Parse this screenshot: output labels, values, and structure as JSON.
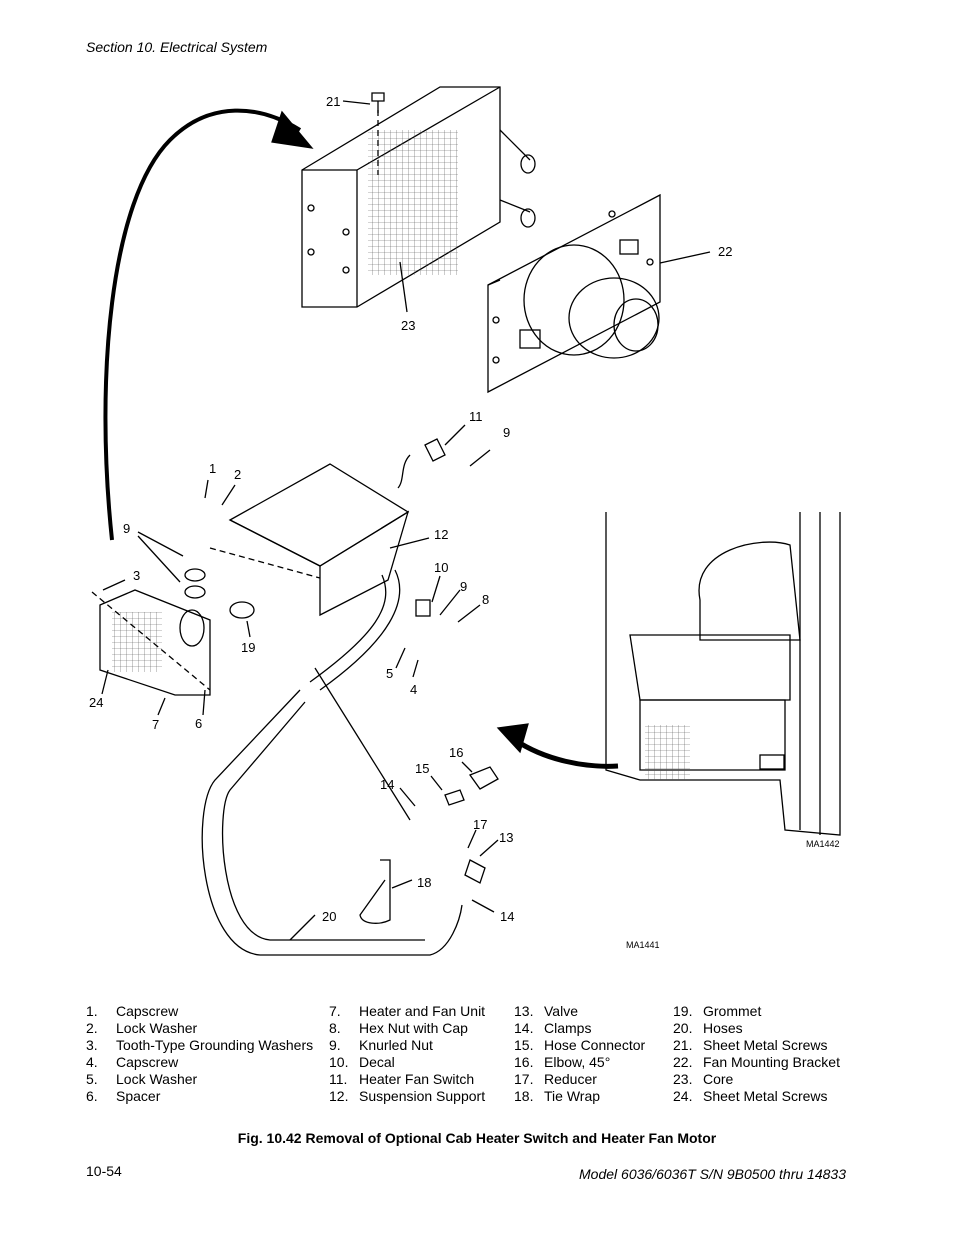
{
  "header": {
    "section": "Section 10.   Electrical System"
  },
  "figure": {
    "callouts": [
      "21",
      "22",
      "23",
      "11",
      "9",
      "1",
      "2",
      "12",
      "9",
      "3",
      "10",
      "9",
      "8",
      "19",
      "5",
      "4",
      "24",
      "7",
      "6",
      "16",
      "15",
      "14",
      "17",
      "13",
      "18",
      "20",
      "14"
    ],
    "drawing_ids": [
      "MA1442",
      "MA1441"
    ]
  },
  "legend": {
    "col1": [
      {
        "num": "1.",
        "label": "Capscrew"
      },
      {
        "num": "2.",
        "label": "Lock Washer"
      },
      {
        "num": "3.",
        "label": "Tooth-Type Grounding Washers"
      },
      {
        "num": "4.",
        "label": "Capscrew"
      },
      {
        "num": "5.",
        "label": "Lock Washer"
      },
      {
        "num": "6.",
        "label": "Spacer"
      }
    ],
    "col2": [
      {
        "num": "7.",
        "label": "Heater and Fan Unit"
      },
      {
        "num": "8.",
        "label": "Hex Nut with Cap"
      },
      {
        "num": "9.",
        "label": "Knurled Nut"
      },
      {
        "num": "10.",
        "label": "Decal"
      },
      {
        "num": "11.",
        "label": "Heater Fan Switch"
      },
      {
        "num": "12.",
        "label": "Suspension Support"
      }
    ],
    "col3": [
      {
        "num": "13.",
        "label": "Valve"
      },
      {
        "num": "14.",
        "label": "Clamps"
      },
      {
        "num": "15.",
        "label": "Hose Connector"
      },
      {
        "num": "16.",
        "label": "Elbow, 45°"
      },
      {
        "num": "17.",
        "label": "Reducer"
      },
      {
        "num": "18.",
        "label": "Tie Wrap"
      }
    ],
    "col4": [
      {
        "num": "19.",
        "label": "Grommet"
      },
      {
        "num": "20.",
        "label": "Hoses"
      },
      {
        "num": "21.",
        "label": "Sheet Metal Screws"
      },
      {
        "num": "22.",
        "label": "Fan Mounting Bracket"
      },
      {
        "num": "23.",
        "label": "Core"
      },
      {
        "num": "24.",
        "label": "Sheet Metal Screws"
      }
    ]
  },
  "caption": "Fig. 10.42 Removal of Optional Cab Heater Switch and Heater Fan Motor",
  "footer": {
    "page": "10-54",
    "model": "Model 6036/6036T S/N 9B0500 thru 14833"
  }
}
